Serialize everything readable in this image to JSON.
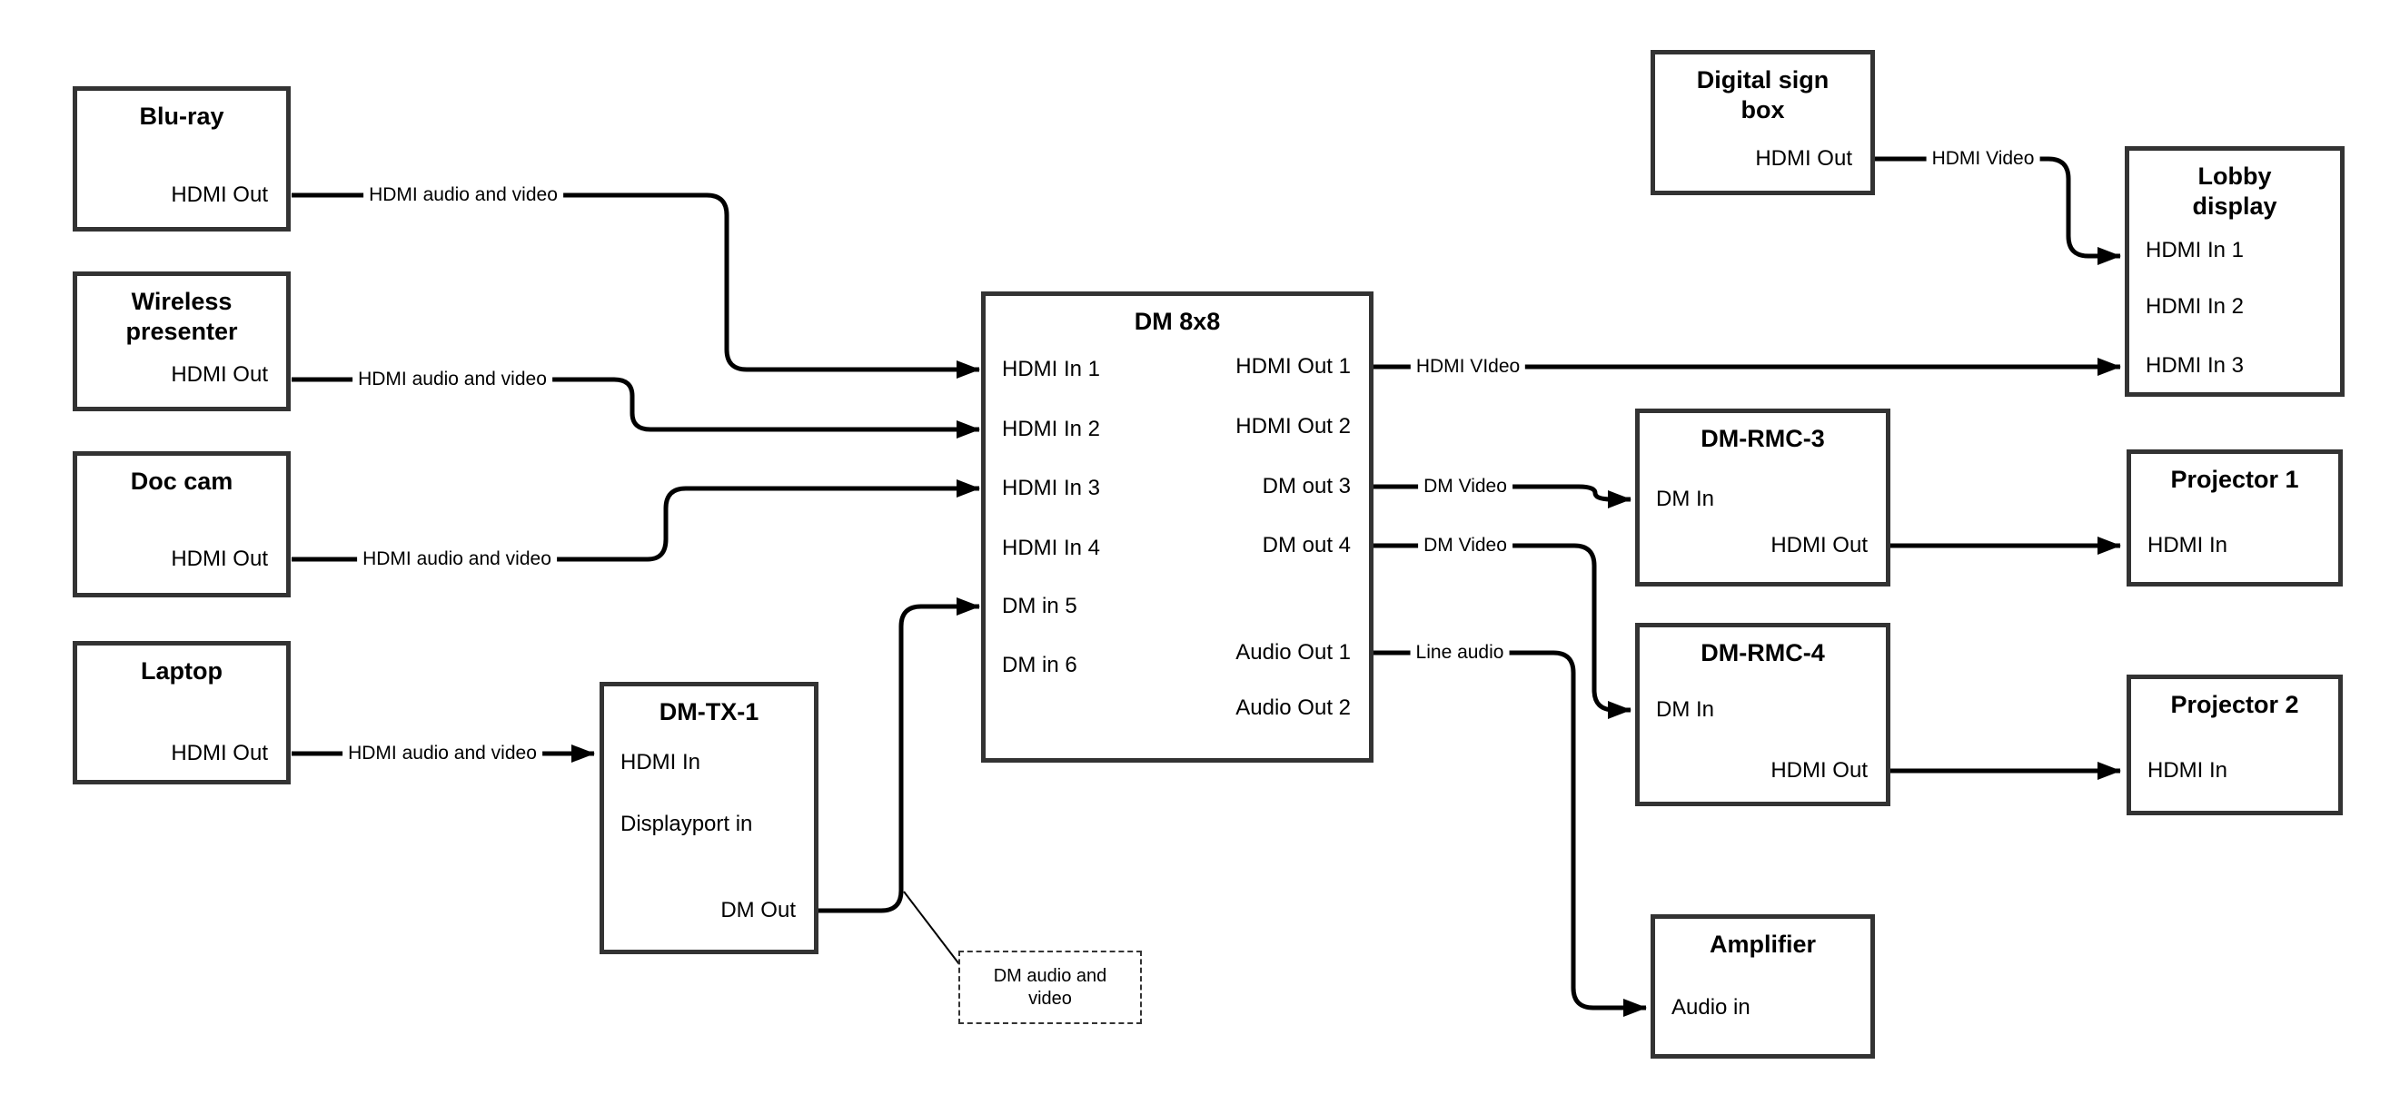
{
  "diagram": {
    "nodes": {
      "bluray": {
        "title": "Blu-ray",
        "ports": {
          "out": "HDMI Out"
        }
      },
      "wireless": {
        "title": "Wireless presenter",
        "ports": {
          "out": "HDMI Out"
        }
      },
      "doccam": {
        "title": "Doc cam",
        "ports": {
          "out": "HDMI Out"
        }
      },
      "laptop": {
        "title": "Laptop",
        "ports": {
          "out": "HDMI Out"
        }
      },
      "dmtx1": {
        "title": "DM-TX-1",
        "ports": {
          "hdmi_in": "HDMI In",
          "dp_in": "Displayport in",
          "dm_out": "DM Out"
        }
      },
      "dm8x8": {
        "title": "DM 8x8",
        "ports": {
          "in1": "HDMI In 1",
          "in2": "HDMI In 2",
          "in3": "HDMI In 3",
          "in4": "HDMI In 4",
          "in5": "DM in 5",
          "in6": "DM in 6",
          "out1": "HDMI Out 1",
          "out2": "HDMI Out 2",
          "out3": "DM out 3",
          "out4": "DM out 4",
          "aout1": "Audio Out 1",
          "aout2": "Audio Out 2"
        }
      },
      "digitalsign": {
        "title": "Digital sign box",
        "ports": {
          "out": "HDMI Out"
        }
      },
      "lobby": {
        "title": "Lobby display",
        "ports": {
          "in1": "HDMI In 1",
          "in2": "HDMI In 2",
          "in3": "HDMI In 3"
        }
      },
      "rmc3": {
        "title": "DM-RMC-3",
        "ports": {
          "dm_in": "DM In",
          "hdmi_out": "HDMI Out"
        }
      },
      "proj1": {
        "title": "Projector 1",
        "ports": {
          "in": "HDMI In"
        }
      },
      "rmc4": {
        "title": "DM-RMC-4",
        "ports": {
          "dm_in": "DM In",
          "hdmi_out": "HDMI Out"
        }
      },
      "proj2": {
        "title": "Projector 2",
        "ports": {
          "in": "HDMI In"
        }
      },
      "amp": {
        "title": "Amplifier",
        "ports": {
          "in": "Audio in"
        }
      }
    },
    "edges": {
      "bluray_to_dm8x8_in1": {
        "label": "HDMI audio and video"
      },
      "wireless_to_dm8x8_in2": {
        "label": "HDMI audio and video"
      },
      "doccam_to_dm8x8_in3": {
        "label": "HDMI audio and video"
      },
      "laptop_to_dmtx1": {
        "label": "HDMI audio and video"
      },
      "dm8x8_out1_to_lobby_in3": {
        "label": "HDMI VIdeo"
      },
      "digitalsign_to_lobby_in1": {
        "label": "HDMI Video"
      },
      "dm8x8_out3_to_rmc3": {
        "label": "DM Video"
      },
      "dm8x8_out4_to_rmc4": {
        "label": "DM Video"
      },
      "dm8x8_aout1_to_amp": {
        "label": "Line audio"
      }
    },
    "note": {
      "text": "DM audio and video"
    },
    "colors": {
      "line": "#000000",
      "box_border": "#333333",
      "background": "#ffffff",
      "text": "#000000"
    }
  }
}
